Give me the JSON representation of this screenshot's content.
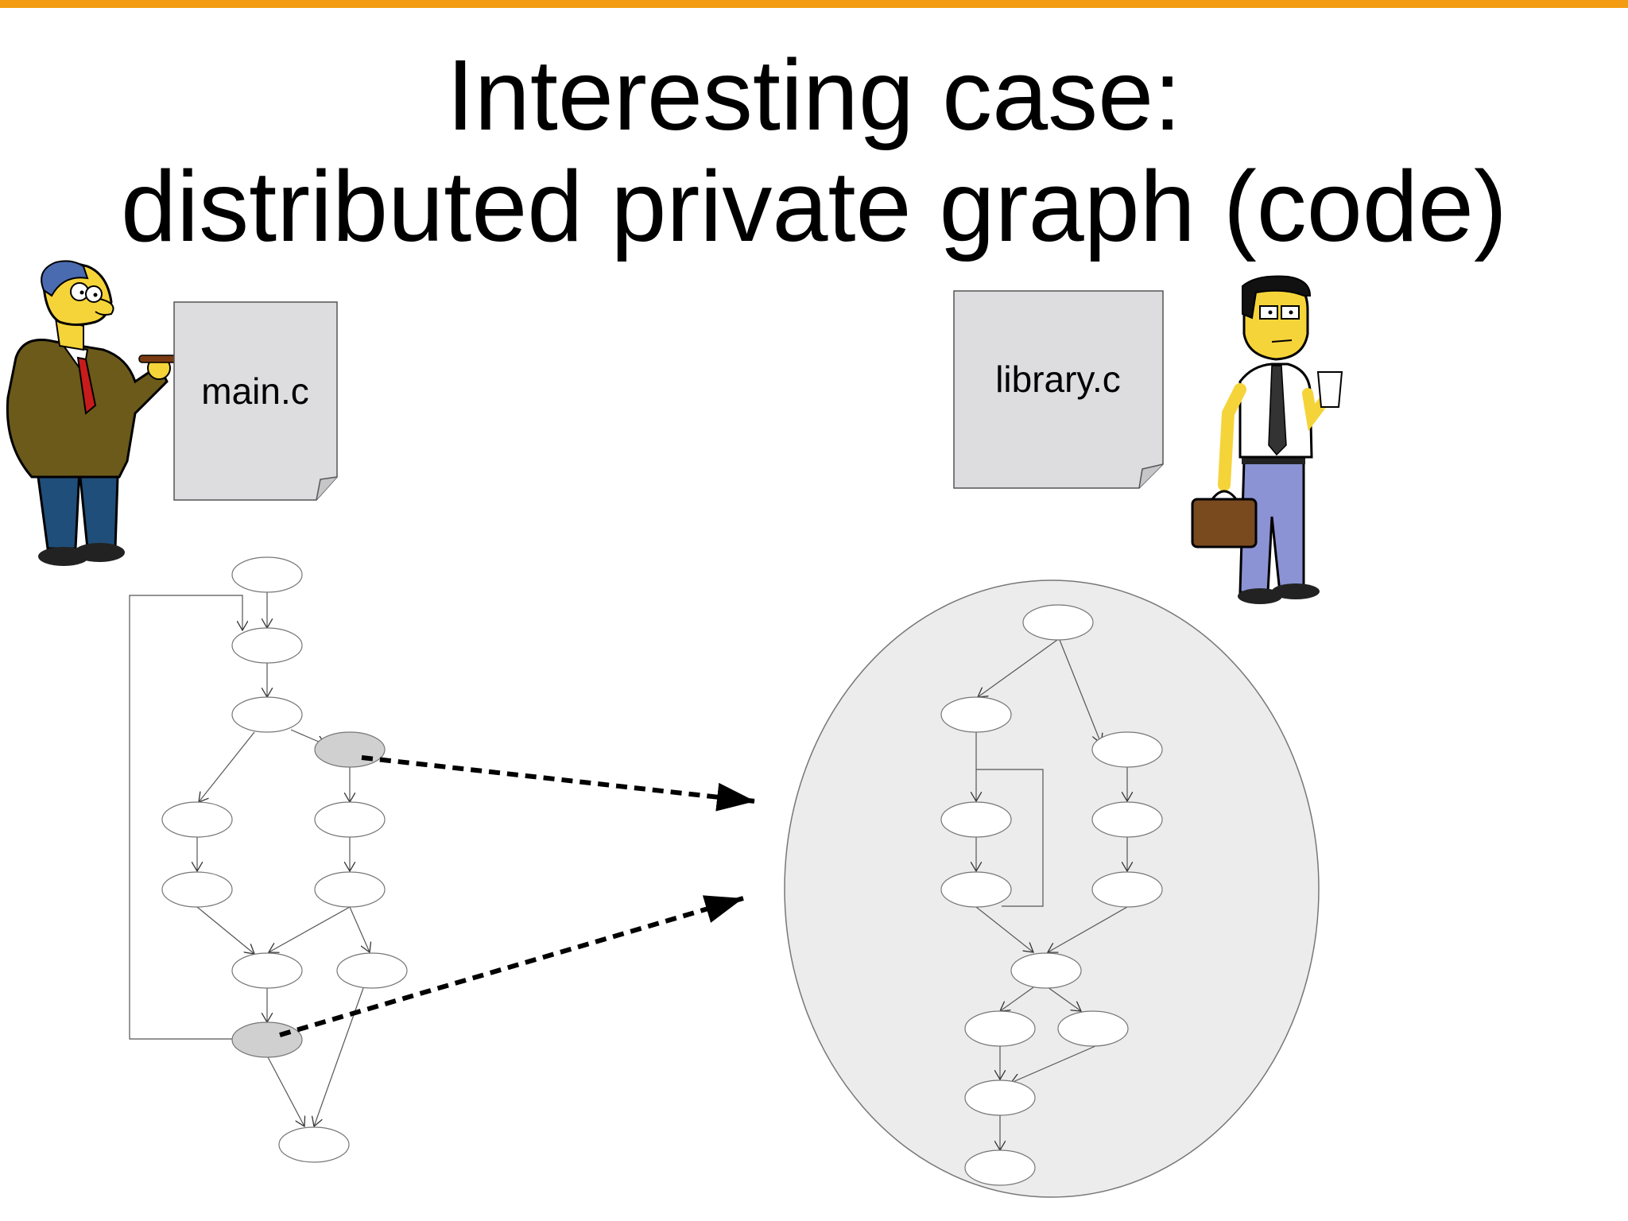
{
  "title": {
    "line1": "Interesting case:",
    "line2": "distributed private graph (code)"
  },
  "files": {
    "left": "main.c",
    "right": "library.c"
  },
  "characters": {
    "left": "cartoon-businessman-with-cigar",
    "right": "cartoon-office-worker-with-briefcase"
  },
  "colors": {
    "accent_bar": "#f39c12",
    "document_fill": "#dddcdf",
    "highlight_node": "#d0d0d0",
    "library_circle": "#ececec",
    "edge": "#555555",
    "arrow": "#000000"
  }
}
